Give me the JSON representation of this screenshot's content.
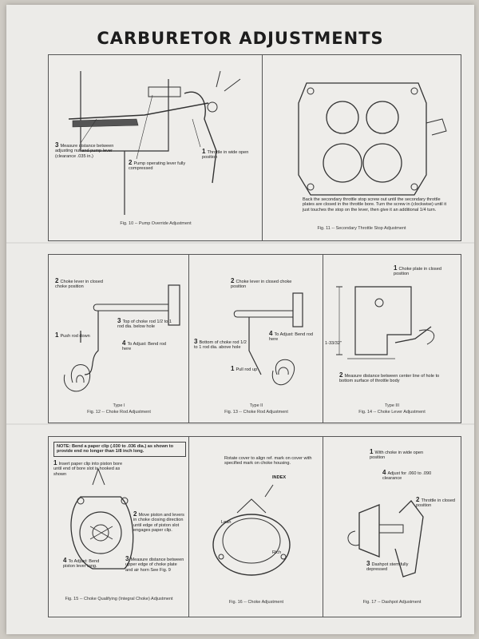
{
  "title": "CARBURETOR ADJUSTMENTS",
  "fig10": {
    "l3": "Measure distance between adjusting nut and pump lever (clearance .035 in.)",
    "l2": "Pump operating lever fully compressed",
    "l1": "Throttle in wide open position",
    "caption": "Fig. 10 -- Pump Override Adjustment"
  },
  "fig11": {
    "text": "Back the secondary throttle stop screw out until the secondary throttle plates are closed in the throttle bore. Turn the screw in (clockwise) until it just touches the stop on the lever, then give it an additional 1/4 turn.",
    "caption": "Fig. 11 -- Secondary Throttle Stop Adjustment"
  },
  "fig12": {
    "l2": "Choke lever in closed choke position",
    "l3": "Top of choke rod 1/2 to 1 rod dia. below hole",
    "l1": "Push rod down",
    "l4": "To Adjust: Bend rod here",
    "type": "Type I",
    "caption": "Fig. 12 -- Choke Rod Adjustment"
  },
  "fig13": {
    "l2": "Choke lever in closed choke position",
    "l4": "To Adjust: Bend rod here",
    "l3": "Bottom of choke rod 1/2 to 1 rod dia. above hole",
    "l1": "Pull rod up",
    "type": "Type II",
    "caption": "Fig. 13 -- Choke Rod Adjustment"
  },
  "fig14": {
    "l1": "Choke plate in closed position",
    "dim": "1-33/32\"",
    "l2": "Measure distance between center line of hole to bottom surface of throttle body",
    "type": "Type III",
    "caption": "Fig. 14 -- Choke Lever Adjustment"
  },
  "fig15": {
    "note": "NOTE: Bend a paper clip (.030 to .036 dia.) as shown to provide end no longer than 1/8 inch long.",
    "l1": "Insert paper clip into piston bore until end of bore slot is hooked as shown",
    "l2": "Move piston and levers in choke closing direction until edge of piston slot engages paper clip.",
    "l4": "To Adjust: Bend piston lever tang.",
    "l3": "Measure distance between upper edge of choke plate and air horn See Fig. 9",
    "caption": "Fig. 15 -- Choke Qualifying (Integral Choke) Adjustment"
  },
  "fig16": {
    "text": "Rotate cover to align ref. mark on cover with specified mark on choke housing.",
    "index": "INDEX",
    "lean": "Lean",
    "rich": "Rich",
    "caption": "Fig. 16 -- Choke Adjustment"
  },
  "fig17": {
    "l1": "With choke in wide open position",
    "l4": "Adjust for .060 to .090 clearance",
    "l2": "Throttle in closed position",
    "l3": "Dashpot stem fully depressed",
    "caption": "Fig. 17 -- Dashpot Adjustment"
  }
}
